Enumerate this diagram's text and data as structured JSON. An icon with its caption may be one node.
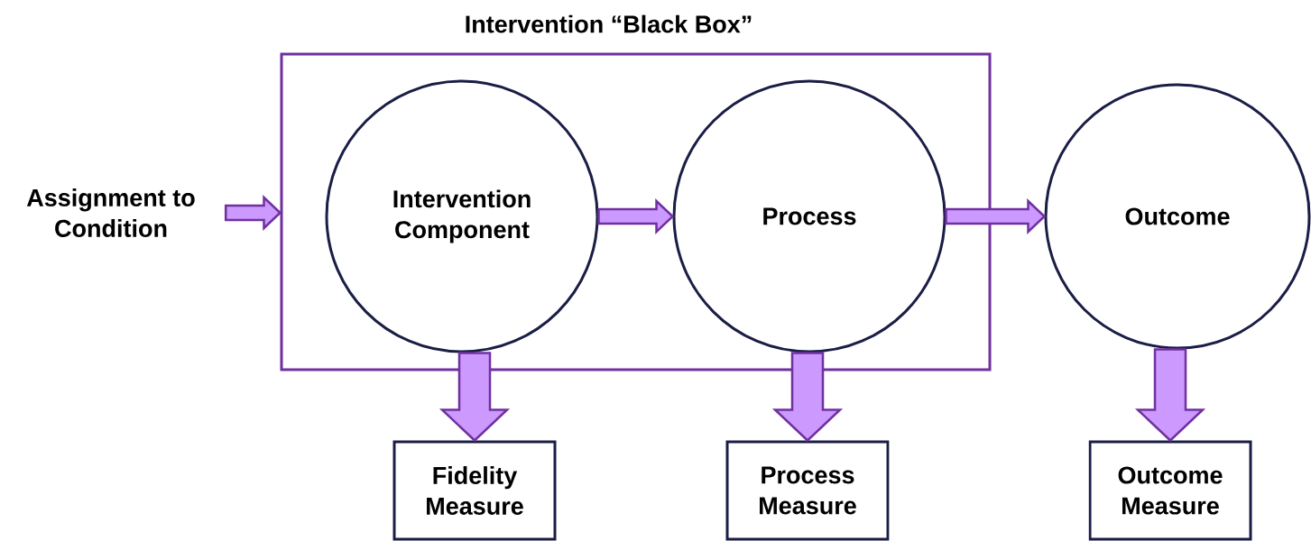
{
  "diagram": {
    "nodes": [
      {
        "text": [
          "Intervention “Black Box”"
        ]
      },
      {
        "text": [
          "Assignment to Condition"
        ]
      },
      {
        "text": [
          "Intervention Component"
        ],
        "in": 0
      },
      {
        "text": [
          "Process"
        ],
        "in": 0
      },
      {
        "text": [
          "Outcome"
        ]
      },
      {
        "text": [
          "Fidelity Measure"
        ]
      },
      {
        "text": [
          "Process Measure"
        ]
      },
      {
        "text": [
          "Outcome Measure"
        ]
      }
    ],
    "edges": [
      {
        "from": 1,
        "to": 0,
        "arrow": "to"
      },
      {
        "from": 2,
        "to": 3,
        "arrow": "to"
      },
      {
        "from": 3,
        "to": 4,
        "arrow": "to"
      },
      {
        "from": 2,
        "to": 5,
        "arrow": "to"
      },
      {
        "from": 3,
        "to": 6,
        "arrow": "to"
      },
      {
        "from": 4,
        "to": 7,
        "arrow": "to"
      }
    ]
  }
}
